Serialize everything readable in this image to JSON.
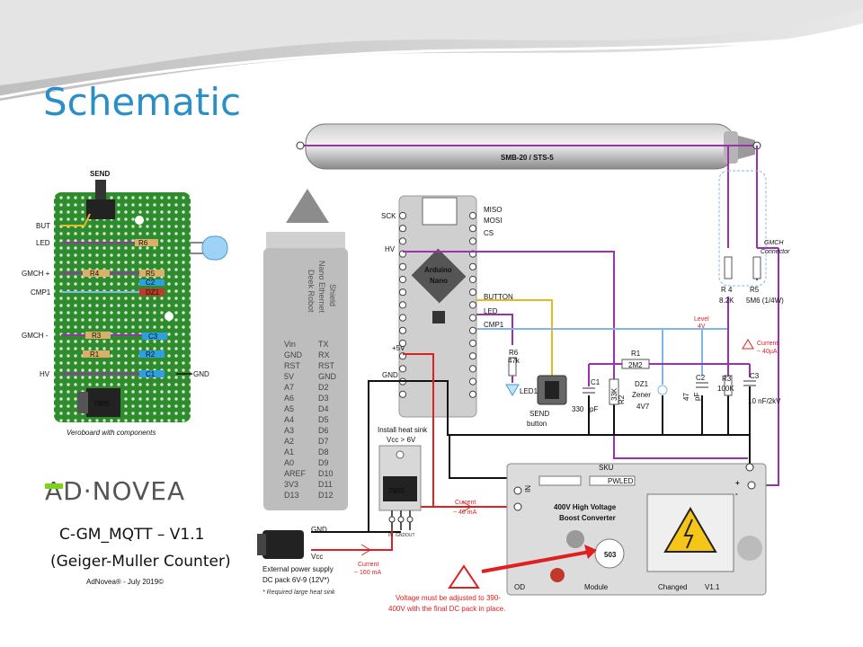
{
  "slide": {
    "title": "Schematic",
    "colors": {
      "title": "#2a8fc7",
      "wire_purple": "#9b30b0",
      "wire_blue": "#7fb8e8",
      "wire_yellow": "#e8b820",
      "wire_red": "#e02020",
      "wire_black": "#111111",
      "board_green": "#2e8b2e"
    }
  },
  "tube": {
    "label": "SMB-20 / STS-5"
  },
  "veroboard": {
    "caption": "Veroboard with components",
    "top_label": "SEND",
    "left_labels": [
      "BUT",
      "LED",
      "GMCH +",
      "CMP1",
      "GMCH -",
      "HV"
    ],
    "right_label": "GND",
    "components": [
      "R6",
      "R4",
      "R5",
      "C2",
      "DZ1",
      "R3",
      "C3",
      "R1",
      "R2",
      "C1"
    ],
    "regulator": "7805"
  },
  "shield": {
    "lines": [
      "Deek Robot",
      "Nano Ethernet",
      "Shield"
    ],
    "pins_left": [
      "Vin",
      "GND",
      "RST",
      "5V",
      "A7",
      "A6",
      "A5",
      "A4",
      "A3",
      "A2",
      "A1",
      "A0",
      "AREF",
      "3V3",
      "D13"
    ],
    "pins_right": [
      "TX",
      "RX",
      "RST",
      "GND",
      "D2",
      "D3",
      "D4",
      "D5",
      "D6",
      "D7",
      "D8",
      "D9",
      "D10",
      "D11",
      "D12"
    ]
  },
  "nano": {
    "title": "Arduino",
    "subtitle": "Nano",
    "left_labels": [
      "SCK",
      "HV",
      "+5V",
      "GND"
    ],
    "right_labels": [
      "MISO",
      "MOSI",
      "CS",
      "BUTTON",
      "LED",
      "CMP1"
    ]
  },
  "schematic": {
    "r6": "R6",
    "r6_val": "47k",
    "led": "LED1",
    "send_button": [
      "SEND",
      "button"
    ],
    "r1": "R1",
    "r1_val": "2M2",
    "c1": "C1",
    "c1_val": [
      "330",
      "pF"
    ],
    "r2": "R2",
    "r2_val": "33K",
    "dz1": [
      "DZ1",
      "Zener",
      "4V7"
    ],
    "c2": "C2",
    "c2_val": [
      "47",
      "pF"
    ],
    "r3": "R3",
    "r3_val": "100K",
    "c3": "C3",
    "c3_val": "10 nF/2kV",
    "r4": "R 4",
    "r4_val": "8.2K",
    "r5": "R5",
    "r5_val": "5M6 (1/4W)",
    "gmch": [
      "GMCH",
      "Connector"
    ],
    "level": [
      "Level",
      "4V"
    ],
    "current_hv": [
      "Current",
      "~ 40µA"
    ]
  },
  "regulator": {
    "install": [
      "Install heat sink",
      "Vcc > 6V"
    ],
    "chip": "7805",
    "pins": [
      "IN",
      "GND",
      "OUT"
    ],
    "current_out": [
      "Current",
      "~ 40 mA"
    ]
  },
  "power": {
    "gnd": "GND",
    "vcc": "Vcc",
    "current_in": [
      "Current",
      "~ 160 mA"
    ],
    "desc": [
      "External power supply",
      "DC pack 6V-9 (12V*)"
    ],
    "note": "* Required large heat sink"
  },
  "hv_module": {
    "title": [
      "400V High Voltage",
      "Boost Converter"
    ],
    "marks": [
      "SKU",
      "IN",
      "PWLED",
      "OD",
      "Module",
      "Changed",
      "V1.1",
      "503"
    ],
    "plus": "+",
    "minus": "-"
  },
  "warning": [
    "Voltage must be adjusted to 390-",
    "400V with the final DC pack in place."
  ],
  "logo": {
    "text": "AD·NOVEA"
  },
  "footer": {
    "title": "C-GM_MQTT – V1.1",
    "subtitle": "(Geiger-Muller Counter)",
    "credit": "AdNovea® - July 2019©"
  }
}
